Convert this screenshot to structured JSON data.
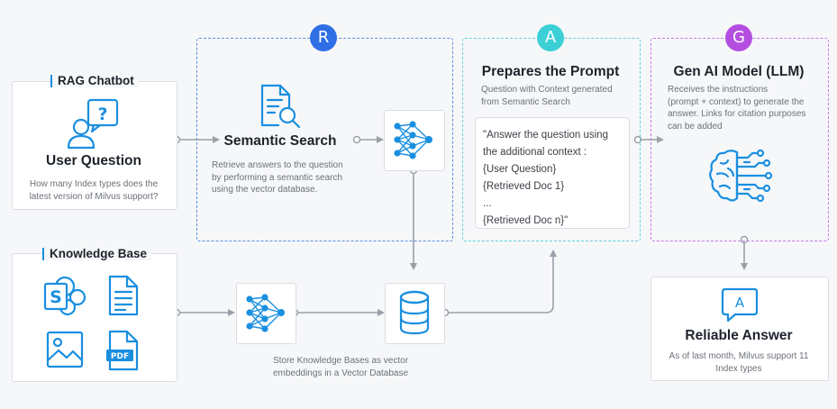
{
  "colors": {
    "accent": "#1a8fe0",
    "r_color": "#2f6fe6",
    "a_color": "#3ccfd6",
    "g_color": "#b44ee0",
    "connector": "#9aa0a8"
  },
  "chatbot": {
    "tag": "RAG Chatbot",
    "icon": "user-question-icon",
    "title": "User Question",
    "desc_lines": [
      "How many Index types does the",
      "latest version of Milvus support?"
    ]
  },
  "retrieve": {
    "badge": "R",
    "icon": "search-document-icon",
    "title": "Semantic Search",
    "desc_lines": [
      "Retrieve answers to the question",
      "by performing a semantic search",
      "using the vector database."
    ]
  },
  "augment": {
    "badge": "A",
    "title": "Prepares the Prompt",
    "desc_lines": [
      "Question with Context generated",
      "from Semantic Search"
    ],
    "prompt_lines": [
      "\"Answer the question using",
      "the additional context :",
      "{User Question}",
      "{Retrieved Doc 1}",
      "...",
      "{Retrieved Doc n}\""
    ]
  },
  "generate": {
    "badge": "G",
    "icon": "brain-circuit-icon",
    "title": "Gen AI Model (LLM)",
    "desc_lines": [
      "Receives the instructions",
      "(prompt + context) to generate the",
      "answer. Links for citation purposes",
      "can be added"
    ]
  },
  "knowledge": {
    "tag": "Knowledge Base",
    "icons": [
      "sharepoint-icon",
      "document-icon",
      "image-icon",
      "pdf-icon"
    ],
    "pdf_label": "PDF"
  },
  "vector": {
    "embed_icon": "neural-network-icon",
    "db_icon": "database-icon",
    "desc_lines": [
      "Store Knowledge Bases as vector",
      "embeddings in a Vector Database"
    ]
  },
  "answer": {
    "icon": "answer-bubble-icon",
    "icon_letter": "A",
    "title": "Reliable Answer",
    "desc_lines": [
      "As of last month, Milvus support 11",
      "Index types"
    ]
  }
}
